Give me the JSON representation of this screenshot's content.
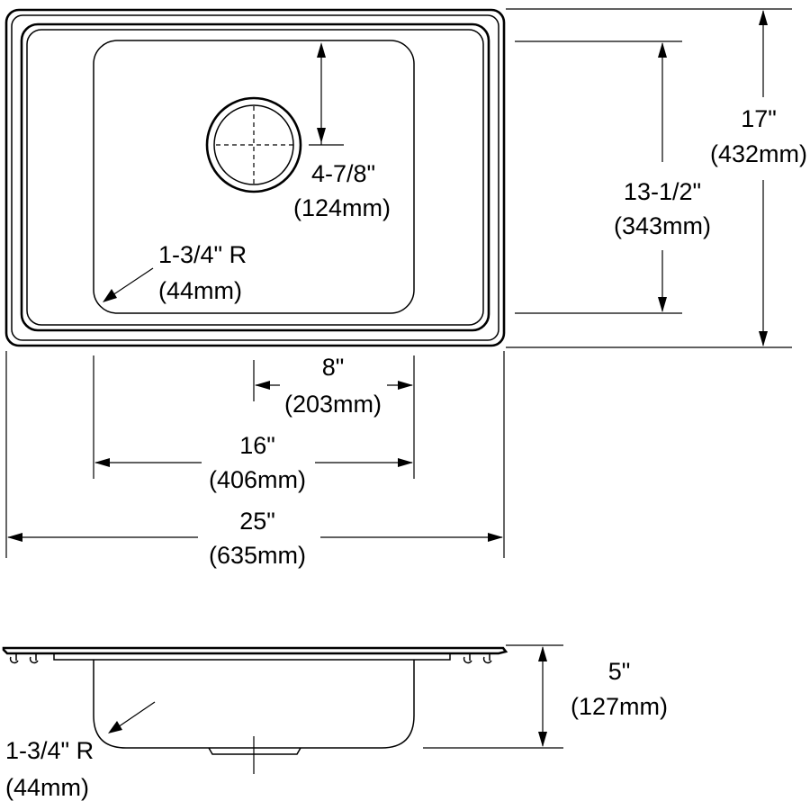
{
  "diagram": {
    "top_view": {
      "drain_offset": {
        "inch": "4-7/8\"",
        "mm": "(124mm)"
      },
      "corner_radius": {
        "inch": "1-3/4\" R",
        "mm": "(44mm)"
      },
      "drain_center": {
        "inch": "8\"",
        "mm": "(203mm)"
      },
      "bowl_width": {
        "inch": "16\"",
        "mm": "(406mm)"
      },
      "overall_width": {
        "inch": "25\"",
        "mm": "(635mm)"
      },
      "overall_depth": {
        "inch": "17\"",
        "mm": "(432mm)"
      },
      "bowl_depth": {
        "inch": "13-1/2\"",
        "mm": "(343mm)"
      }
    },
    "side_view": {
      "bowl_height": {
        "inch": "5\"",
        "mm": "(127mm)"
      },
      "corner_radius": {
        "inch": "1-3/4\" R",
        "mm": "(44mm)"
      }
    }
  }
}
